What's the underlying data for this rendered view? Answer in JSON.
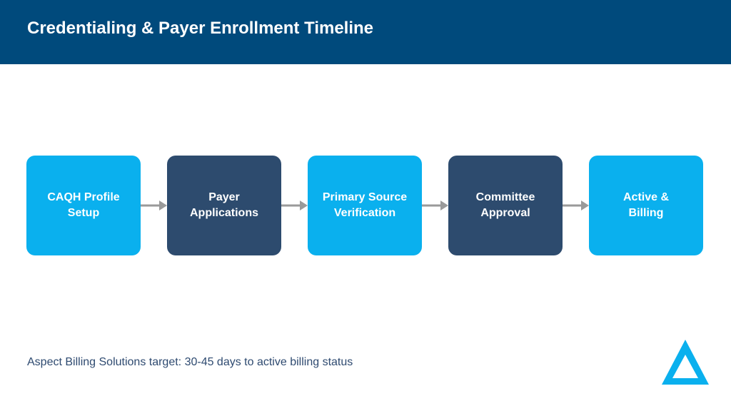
{
  "header": {
    "title": "Credentialing & Payer Enrollment Timeline"
  },
  "steps": [
    {
      "label": "CAQH Profile\nSetup",
      "color": "#0ab0ee"
    },
    {
      "label": "Payer\nApplications",
      "color": "#2d4b6e"
    },
    {
      "label": "Primary Source\nVerification",
      "color": "#0ab0ee"
    },
    {
      "label": "Committee\nApproval",
      "color": "#2d4b6e"
    },
    {
      "label": "Active &\nBilling",
      "color": "#0ab0ee"
    }
  ],
  "colors": {
    "header_bg": "#004a7c",
    "arrow": "#9a9a9a",
    "logo": "#0ab0ee",
    "footnote": "#2e4a70"
  },
  "footer": {
    "note": "Aspect Billing Solutions target: 30-45 days to active billing status",
    "logo_icon": "triangle-logo-icon"
  }
}
